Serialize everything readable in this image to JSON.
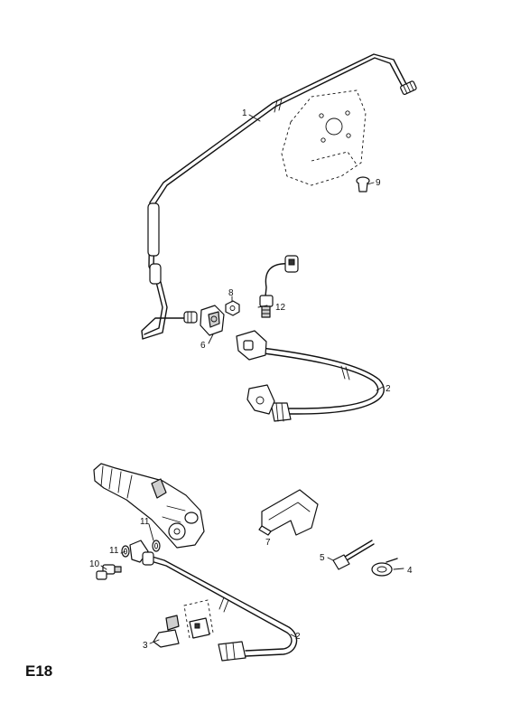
{
  "figure_code": "E18",
  "callouts": {
    "c1": "1",
    "c2_upper": "2",
    "c2_lower": "2",
    "c3": "3",
    "c4": "4",
    "c5": "5",
    "c6": "6",
    "c7": "7",
    "c8": "8",
    "c9": "9",
    "c10": "10",
    "c11_upper": "11",
    "c11_lower": "11",
    "c12": "12"
  }
}
